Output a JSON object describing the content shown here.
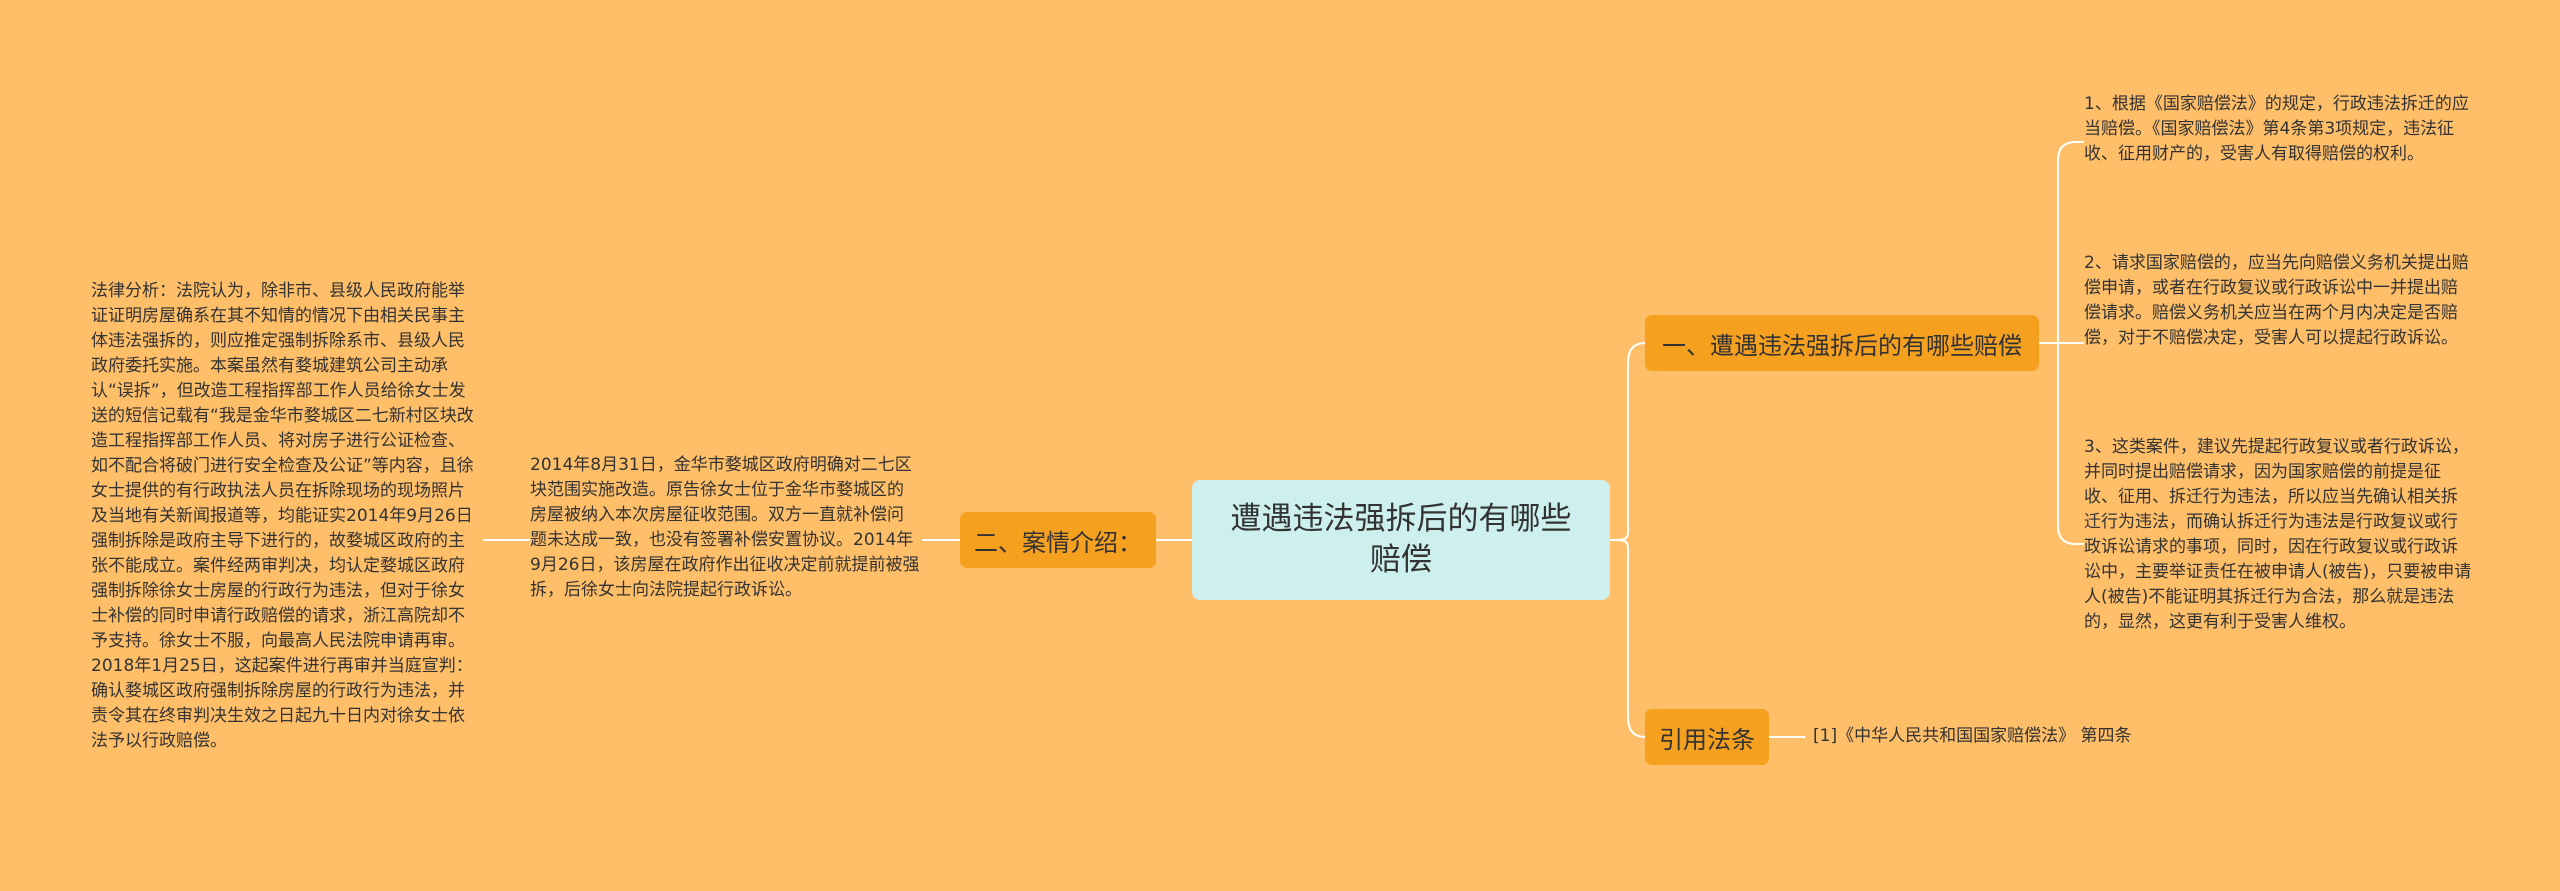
{
  "root": {
    "title": "遭遇违法强拆后的有哪些赔偿"
  },
  "branches": {
    "left": {
      "label": "二、案情介绍："
    },
    "compensation": {
      "label": "一、遭遇违法强拆后的有哪些赔偿"
    },
    "law": {
      "label": "引用法条"
    }
  },
  "leaves": {
    "analysis": "法律分析：法院认为，除非市、县级人民政府能举证证明房屋确系在其不知情的情况下由相关民事主体违法强拆的，则应推定强制拆除系市、县级人民政府委托实施。本案虽然有婺城建筑公司主动承认“误拆”，但改造工程指挥部工作人员给徐女士发送的短信记载有“我是金华市婺城区二七新村区块改造工程指挥部工作人员、将对房子进行公证检查、如不配合将破门进行安全检查及公证”等内容，且徐女士提供的有行政执法人员在拆除现场的现场照片及当地有关新闻报道等，均能证实2014年9月26日强制拆除是政府主导下进行的，故婺城区政府的主张不能成立。案件经两审判决，均认定婺城区政府强制拆除徐女士房屋的行政行为违法，但对于徐女士补偿的同时申请行政赔偿的请求，浙江高院却不予支持。徐女士不服，向最高人民法院申请再审。2018年1月25日，这起案件进行再审并当庭宣判：确认婺城区政府强制拆除房屋的行政行为违法，并责令其在终审判决生效之日起九十日内对徐女士依法予以行政赔偿。",
    "case": "2014年8月31日，金华市婺城区政府明确对二七区块范围实施改造。原告徐女士位于金华市婺城区的房屋被纳入本次房屋征收范围。双方一直就补偿问题未达成一致，也没有签署补偿安置协议。2014年9月26日，该房屋在政府作出征收决定前就提前被强拆，后徐女士向法院提起行政诉讼。",
    "item1": "1、根据《国家赔偿法》的规定，行政违法拆迁的应当赔偿。《国家赔偿法》第4条第3项规定，违法征收、征用财产的，受害人有取得赔偿的权利。",
    "item2": "2、请求国家赔偿的，应当先向赔偿义务机关提出赔偿申请，或者在行政复议或行政诉讼中一并提出赔偿请求。赔偿义务机关应当在两个月内决定是否赔偿，对于不赔偿决定，受害人可以提起行政诉讼。",
    "item3": "3、这类案件，建议先提起行政复议或者行政诉讼，并同时提出赔偿请求，因为国家赔偿的前提是征收、征用、拆迁行为违法，所以应当先确认相关拆迁行为违法，而确认拆迁行为违法是行政复议或行政诉讼请求的事项，同时，因在行政复议或行政诉讼中，主要举证责任在被申请人(被告)，只要被申请人(被告)不能证明其拆迁行为合法，那么就是违法的，显然，这更有利于受害人维权。",
    "law_ref": "[1]《中华人民共和国国家赔偿法》 第四条"
  },
  "colors": {
    "background": "#FFBE68",
    "root_fill": "#CDF0EE",
    "branch_fill": "#F6A020",
    "connector": "#FFFFFF"
  }
}
